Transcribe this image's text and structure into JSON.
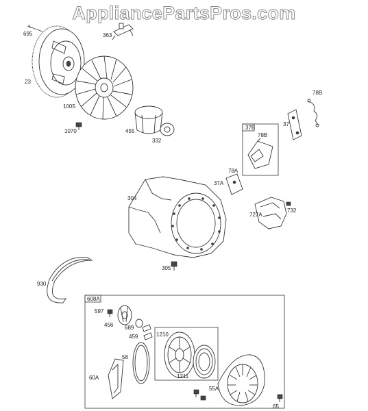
{
  "watermark": "AppliancePartsPros.com",
  "parts": {
    "p695": "695",
    "p363": "363",
    "p23": "23",
    "p1005": "1005",
    "p1070": "1070",
    "p455": "455",
    "p332": "332",
    "p78b_top": "78B",
    "p37b": "37B",
    "p78b_box": "78B",
    "p37": "37",
    "p78a": "78A",
    "p37a": "37A",
    "p304": "304",
    "p727a": "727A",
    "p732": "732",
    "p305": "305",
    "p930": "930",
    "p608a": "608A",
    "p597": "597",
    "p456": "456",
    "p689": "689",
    "p459": "459",
    "p1210": "1210",
    "p58": "58",
    "p60a": "60A",
    "p1211": "1211",
    "p55a": "55A",
    "p65": "65"
  }
}
